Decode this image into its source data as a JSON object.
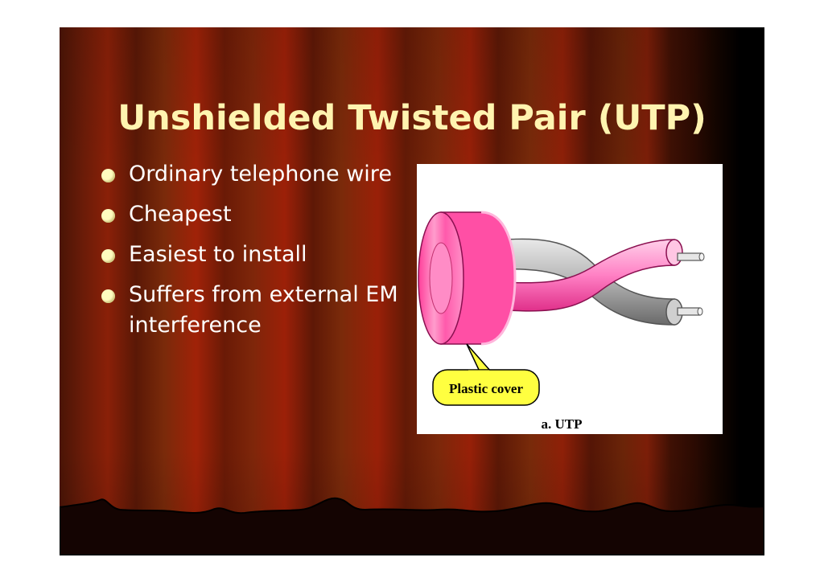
{
  "slide": {
    "title": "Unshielded Twisted Pair (UTP)",
    "bullets": [
      "Ordinary telephone wire",
      "Cheapest",
      "Easiest to install",
      "Suffers from external EM interference"
    ],
    "figure": {
      "callout": "Plastic cover",
      "caption": "a. UTP"
    }
  },
  "colors": {
    "curtain": "#8a2008",
    "title_text": "#fff4b0",
    "bullet_text": "#ffffff",
    "bullet_dot": "#fffcc0",
    "cable_pink": "#ff80c0",
    "wire_gray": "#a0a0a0",
    "callout_fill": "#ffff40"
  }
}
